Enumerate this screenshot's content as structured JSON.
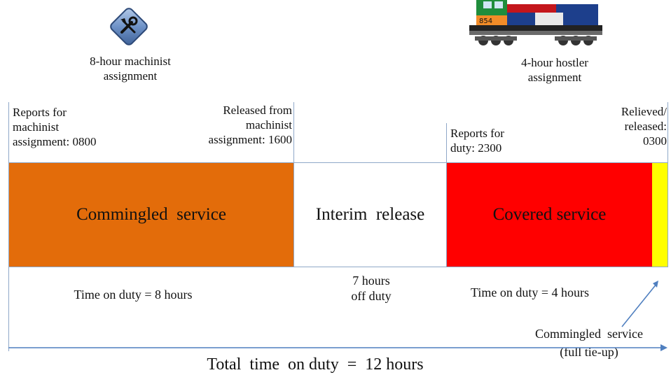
{
  "machinist": {
    "icon": "tools-icon",
    "label_line1": "8-hour machinist",
    "label_line2": "assignment",
    "reports_line1": "Reports for",
    "reports_line2": "machinist",
    "reports_line3": "assignment:  0800",
    "released_line1": "Released from",
    "released_line2": "machinist",
    "released_line3": "assignment:  1600"
  },
  "hostler": {
    "icon": "locomotive-icon",
    "loco_number": "854",
    "label_line1": "4-hour hostler",
    "label_line2": "assignment",
    "reports_line1": "Reports for",
    "reports_line2": "duty:  2300",
    "relieved_line1": "Relieved/",
    "relieved_line2": "released:",
    "relieved_line3": "0300"
  },
  "segments": [
    {
      "label": "Commingled  service",
      "color": "#e36c0a"
    },
    {
      "label": "Interim  release",
      "color": "#ffffff"
    },
    {
      "label": "Covered service",
      "color": "#ff0000"
    },
    {
      "label": "",
      "color": "#ffff00"
    }
  ],
  "durations": {
    "machinist": "Time on duty = 8 hours",
    "interim_line1": "7 hours",
    "interim_line2": "off duty",
    "hostler": "Time on duty = 4 hours"
  },
  "annotation": {
    "line1": "Commingled  service",
    "line2": "(full tie-up)"
  },
  "total": "Total  time  on duty  =  12 hours"
}
